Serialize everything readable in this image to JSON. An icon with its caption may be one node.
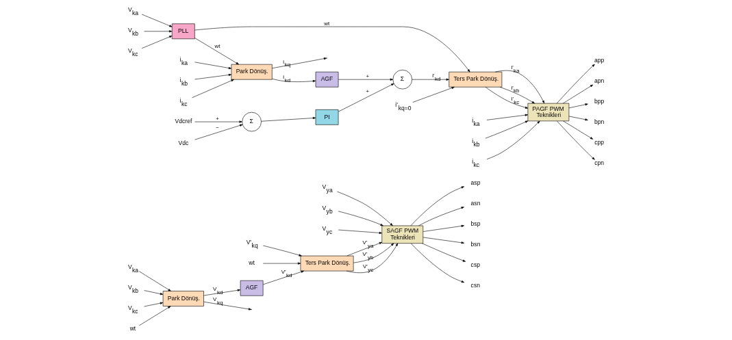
{
  "diagram": {
    "nodes": [
      {
        "text": [
          "Park Dönüş."
        ]
      },
      {
        "text": [
          "AGF"
        ]
      },
      {
        "text": [
          "Ters Park Dönüş."
        ]
      },
      {
        "text": [
          "SAGF PWM",
          "Teknikleri"
        ]
      },
      {
        "text": [
          "Park Dönüş."
        ]
      },
      {
        "text": [
          "AGF"
        ]
      },
      {
        "text": [
          "Σ"
        ]
      },
      {
        "text": [
          "Ters Park Dönüş."
        ]
      },
      {
        "text": [
          "PAGF PWM",
          "Teknikleri"
        ]
      },
      {
        "text": [
          "Σ"
        ]
      },
      {
        "text": [
          "PI"
        ]
      },
      {
        "text": [
          "PLL"
        ]
      },
      {
        "text": [
          "V$_{ka}$"
        ]
      },
      {
        "text": [
          "V$_{kb}$"
        ]
      },
      {
        "text": [
          "V$_{kc}$"
        ]
      },
      {
        "text": [
          "wt"
        ]
      },
      {
        "text": [
          "V'$_{kq}$"
        ]
      },
      {
        "text": [
          "wt"
        ]
      },
      {
        "text": [
          "V$_{ya}$"
        ]
      },
      {
        "text": [
          "V$_{yb}$"
        ]
      },
      {
        "text": [
          "V$_{yc}$"
        ]
      },
      {
        "text": [
          "asp"
        ]
      },
      {
        "text": [
          "asn"
        ]
      },
      {
        "text": [
          "bsp"
        ]
      },
      {
        "text": [
          "bsn"
        ]
      },
      {
        "text": [
          "csp"
        ]
      },
      {
        "text": [
          "csn"
        ]
      },
      {
        "text": [
          "i$_{ka}$"
        ]
      },
      {
        "text": [
          "i$_{kb}$"
        ]
      },
      {
        "text": [
          "i$_{kc}$"
        ]
      },
      {
        "text": [
          "Vdcref"
        ]
      },
      {
        "text": [
          "Vdc"
        ]
      },
      {
        "text": [
          "i'$_{kq=0}$"
        ]
      },
      {
        "text": [
          "app"
        ]
      },
      {
        "text": [
          "apn"
        ]
      },
      {
        "text": [
          "bpp"
        ]
      },
      {
        "text": [
          "bpn"
        ]
      },
      {
        "text": [
          "cpp"
        ]
      },
      {
        "text": [
          "cpn"
        ]
      },
      {
        "text": [
          "i$_{ka}$"
        ]
      },
      {
        "text": [
          "i$_{kb}$"
        ]
      },
      {
        "text": [
          "i$_{kc}$"
        ]
      },
      {
        "text": [
          "V$_{ka}$"
        ]
      },
      {
        "text": [
          "V$_{kb}$"
        ]
      },
      {
        "text": [
          "V$_{kc}$"
        ]
      }
    ],
    "edges": [
      {
        "from": 12,
        "to": 0,
        "arrow": "to"
      },
      {
        "from": 13,
        "to": 0,
        "arrow": "to"
      },
      {
        "from": 14,
        "to": 0,
        "arrow": "to"
      },
      {
        "from": 15,
        "to": 0,
        "arrow": "to"
      },
      {
        "from": 0,
        "to": 1,
        "arrow": "to",
        "label": "V$_{kd}$"
      },
      {
        "from": 0,
        "to": null,
        "arrow": "to",
        "label": "V$_{kq}$"
      },
      {
        "from": 1,
        "to": 2,
        "arrow": "to",
        "label": "V'$_{kd}$"
      },
      {
        "from": 16,
        "to": 2,
        "arrow": "to"
      },
      {
        "from": 17,
        "to": 2,
        "arrow": "to"
      },
      {
        "from": 2,
        "to": 3,
        "arrow": "to",
        "label": "V'$_{ya}$"
      },
      {
        "from": 2,
        "to": 3,
        "arrow": "to",
        "label": "V'$_{yb}$"
      },
      {
        "from": 2,
        "to": 3,
        "arrow": "to",
        "label": "V'$_{yc}$"
      },
      {
        "from": 18,
        "to": 3,
        "arrow": "to"
      },
      {
        "from": 19,
        "to": 3,
        "arrow": "to"
      },
      {
        "from": 20,
        "to": 3,
        "arrow": "to"
      },
      {
        "from": 3,
        "to": 21,
        "arrow": "to"
      },
      {
        "from": 3,
        "to": 22,
        "arrow": "to"
      },
      {
        "from": 3,
        "to": 23,
        "arrow": "to"
      },
      {
        "from": 3,
        "to": 24,
        "arrow": "to"
      },
      {
        "from": 3,
        "to": 25,
        "arrow": "to"
      },
      {
        "from": 3,
        "to": 26,
        "arrow": "to"
      },
      {
        "from": 27,
        "to": 4,
        "arrow": "to"
      },
      {
        "from": 28,
        "to": 4,
        "arrow": "to"
      },
      {
        "from": 29,
        "to": 4,
        "arrow": "to"
      },
      {
        "from": 4,
        "to": 5,
        "arrow": "to",
        "label": "i$_{kd}$"
      },
      {
        "from": 4,
        "to": null,
        "arrow": "to",
        "label": "i$_{kq}$"
      },
      {
        "from": 5,
        "to": 6,
        "arrow": "to",
        "label": "+"
      },
      {
        "from": 10,
        "to": 6,
        "arrow": "to",
        "label": "+"
      },
      {
        "from": 6,
        "to": 7,
        "arrow": "to",
        "label": "i'$_{kd}$"
      },
      {
        "from": 30,
        "to": 9,
        "arrow": "to",
        "label": "+"
      },
      {
        "from": 31,
        "to": 9,
        "arrow": "to",
        "label": "−"
      },
      {
        "from": 9,
        "to": 10,
        "arrow": "to"
      },
      {
        "from": 32,
        "to": 7,
        "arrow": "to"
      },
      {
        "from": 7,
        "to": 8,
        "arrow": "to",
        "label": "i'$_{ka}$"
      },
      {
        "from": 7,
        "to": 8,
        "arrow": "to",
        "label": "i'$_{kb}$"
      },
      {
        "from": 7,
        "to": 8,
        "arrow": "to",
        "label": "i'$_{kc}$"
      },
      {
        "from": 8,
        "to": 33,
        "arrow": "to"
      },
      {
        "from": 8,
        "to": 34,
        "arrow": "to"
      },
      {
        "from": 8,
        "to": 35,
        "arrow": "to"
      },
      {
        "from": 8,
        "to": 36,
        "arrow": "to"
      },
      {
        "from": 8,
        "to": 37,
        "arrow": "to"
      },
      {
        "from": 8,
        "to": 38,
        "arrow": "to"
      },
      {
        "from": 39,
        "to": 8,
        "arrow": "to"
      },
      {
        "from": 40,
        "to": 8,
        "arrow": "to"
      },
      {
        "from": 41,
        "to": 8,
        "arrow": "to"
      },
      {
        "from": 42,
        "to": 11,
        "arrow": "to"
      },
      {
        "from": 43,
        "to": 11,
        "arrow": "to"
      },
      {
        "from": 44,
        "to": 11,
        "arrow": "to"
      },
      {
        "from": 11,
        "to": 4,
        "arrow": "to",
        "label": "wt"
      },
      {
        "from": 11,
        "to": 7,
        "arrow": "to",
        "label": "wt"
      }
    ]
  }
}
